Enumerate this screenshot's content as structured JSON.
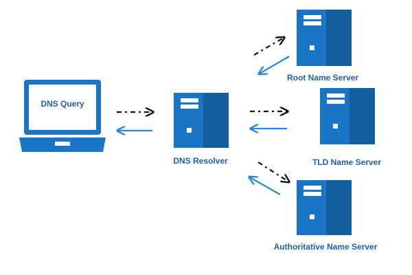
{
  "colors": {
    "primary_blue": "#1b75c6",
    "dark_blue": "#155e9e",
    "label_blue": "#1f5fae",
    "request_arrow": "#111111",
    "response_arrow": "#2a85d6"
  },
  "nodes": {
    "client": {
      "label": "DNS Query",
      "icon": "laptop-icon"
    },
    "resolver": {
      "label": "DNS Resolver",
      "icon": "server-icon"
    },
    "root": {
      "label": "Root  Name Server",
      "icon": "server-icon"
    },
    "tld": {
      "label": "TLD Name Server",
      "icon": "server-icon"
    },
    "authoritative": {
      "label": "Authoritative  Name Server",
      "icon": "server-icon"
    }
  }
}
